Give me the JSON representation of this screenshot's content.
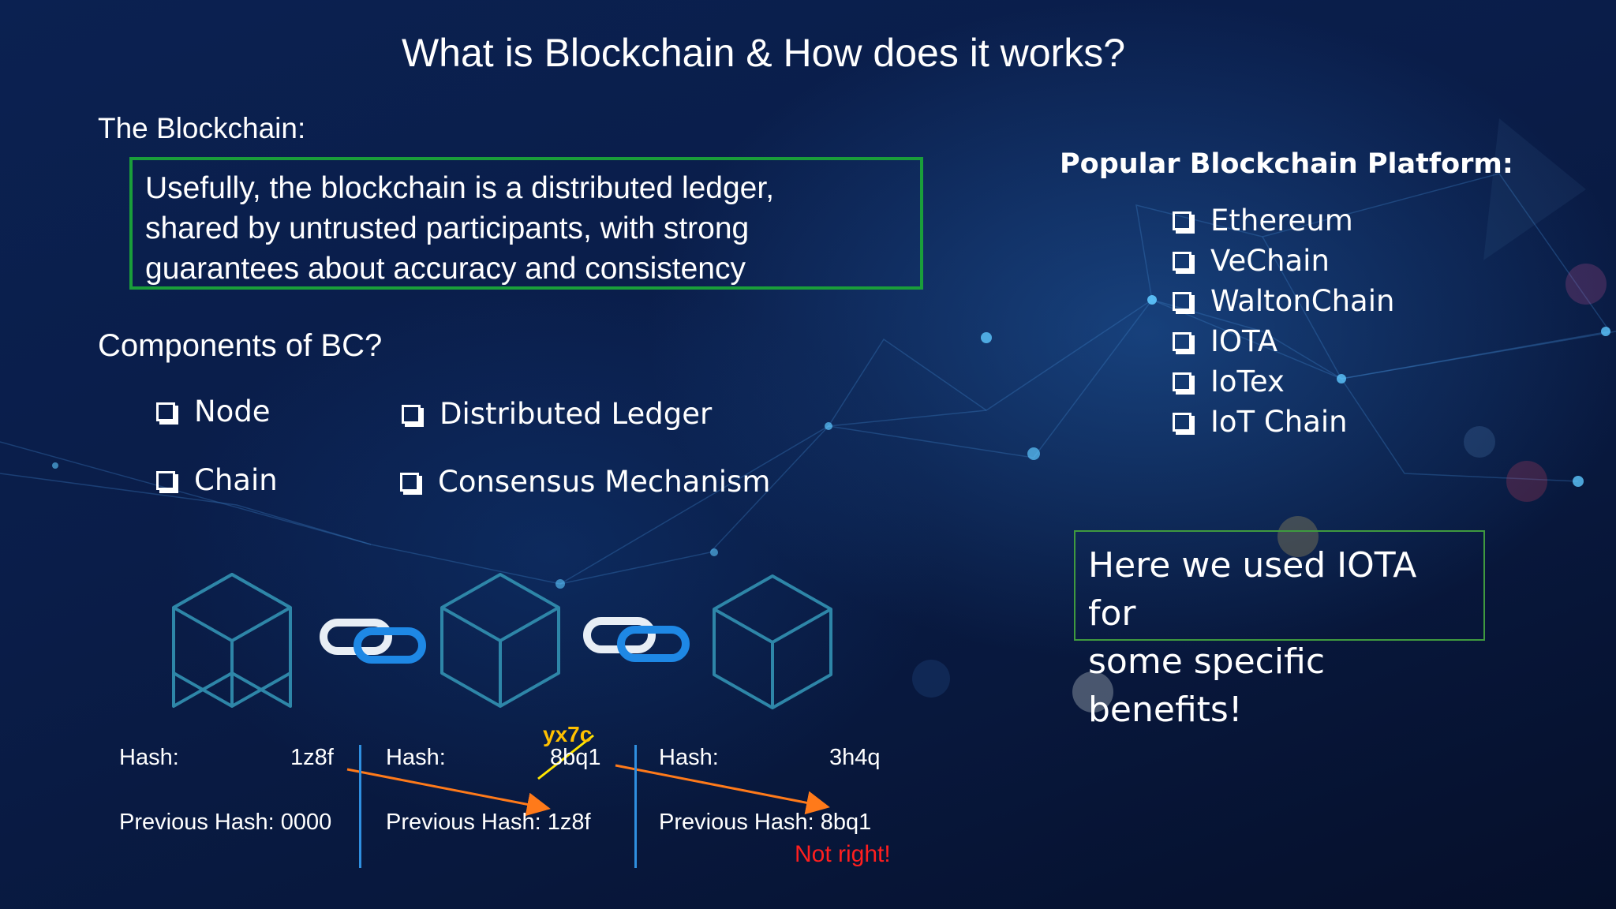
{
  "slide": {
    "title": "What is Blockchain & How does it works?",
    "blockchain_label": "The Blockchain:",
    "definition_lines": [
      "Usefully, the blockchain is a distributed ledger,",
      "shared by untrusted participants, with strong",
      "guarantees about accuracy and consistency"
    ],
    "components_heading": "Components of BC?",
    "components": [
      "Node",
      "Distributed Ledger",
      "Chain",
      "Consensus Mechanism"
    ],
    "platform_heading": "Popular Blockchain Platform:",
    "platforms": [
      "Ethereum",
      "VeChain",
      "WaltonChain",
      "IOTA",
      "IoTex",
      "IoT Chain"
    ],
    "iota_note_lines": [
      "Here we used IOTA  for",
      "some specific benefits!"
    ]
  },
  "blocks": [
    {
      "hash_label": "Hash:",
      "hash": "1z8f",
      "prev_label": "Previous Hash: 0000"
    },
    {
      "hash_label": "Hash:",
      "hash": "8bq1",
      "tampered_hash": "yx7c",
      "prev_label": "Previous Hash: 1z8f"
    },
    {
      "hash_label": "Hash:",
      "hash": "3h4q",
      "prev_label": "Previous Hash: 8bq1",
      "warning": "Not right!"
    }
  ],
  "colors": {
    "definition_border": "#1a9e3a",
    "note_border": "#3f9a3f",
    "cube_stroke": "#2e86a8",
    "link_blue": "#1e88e5",
    "link_white": "#e8eef5",
    "arrow": "#ff7a1a",
    "tamper_text": "#ffc000",
    "tamper_strike": "#ffe600",
    "warning": "#ff1f1f",
    "divider": "#2f8fe0"
  },
  "icons": [
    "checkbox-icon",
    "block-cube-icon",
    "chain-link-icon",
    "arrow-icon"
  ]
}
